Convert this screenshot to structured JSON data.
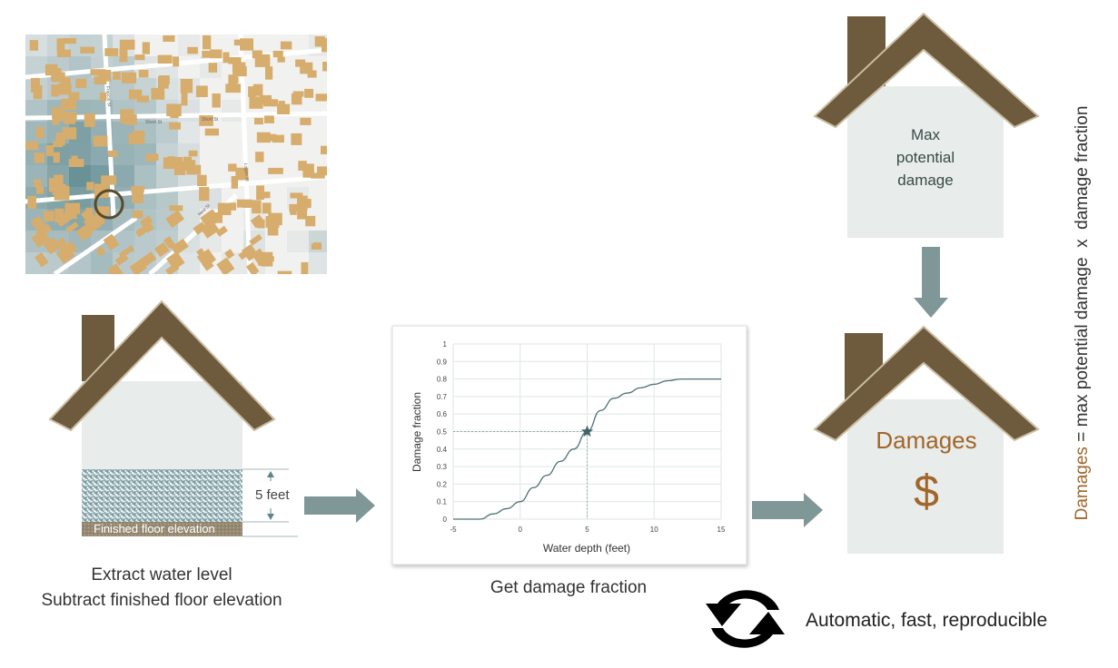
{
  "map": {
    "street_labels": [
      "Short St",
      "Short St",
      "Logan St",
      "New St",
      "Francis St"
    ]
  },
  "left_house": {
    "depth_label": "5 feet",
    "floor_label": "Finished floor elevation",
    "caption_lines": [
      "Extract water level",
      "Subtract finished floor elevation"
    ]
  },
  "chart_data": {
    "type": "line",
    "xlabel": "Water depth (feet)",
    "ylabel": "Damage fraction",
    "xlim": [
      -5,
      15
    ],
    "ylim": [
      0,
      1
    ],
    "x_ticks": [
      "-5",
      "0",
      "5",
      "10",
      "15"
    ],
    "y_ticks": [
      "0",
      "0.1",
      "0.2",
      "0.3",
      "0.4",
      "0.5",
      "0.6",
      "0.7",
      "0.8",
      "0.9",
      "1"
    ],
    "grid": true,
    "series": [
      {
        "x": [
          -5,
          -3,
          -2,
          -1,
          0,
          1,
          2,
          3,
          4,
          5,
          6,
          7,
          8,
          9,
          10,
          11,
          12,
          15
        ],
        "y": [
          0,
          0,
          0.03,
          0.06,
          0.1,
          0.18,
          0.25,
          0.33,
          0.4,
          0.5,
          0.62,
          0.69,
          0.72,
          0.75,
          0.77,
          0.79,
          0.8,
          0.8
        ]
      }
    ],
    "highlight_point": {
      "x": 5,
      "y": 0.5,
      "marker": "star"
    },
    "color": "#4f7274"
  },
  "chart_caption": "Get damage fraction",
  "top_house": {
    "lines": [
      "Max",
      "potential",
      "damage"
    ]
  },
  "bottom_house": {
    "title": "Damages",
    "symbol": "$"
  },
  "formula": {
    "lhs": "Damages",
    "rhs": " = max potential damage  x  damage fraction"
  },
  "footer": {
    "icon": "refresh-icon",
    "text": "Automatic, fast, reproducible"
  },
  "colors": {
    "roof": "#6e5a3c",
    "house_body": "#e8ecea",
    "arrow": "#7f9797",
    "accent": "#a0662a",
    "flood": "#4f7f86",
    "building": "#d6ad6c"
  }
}
